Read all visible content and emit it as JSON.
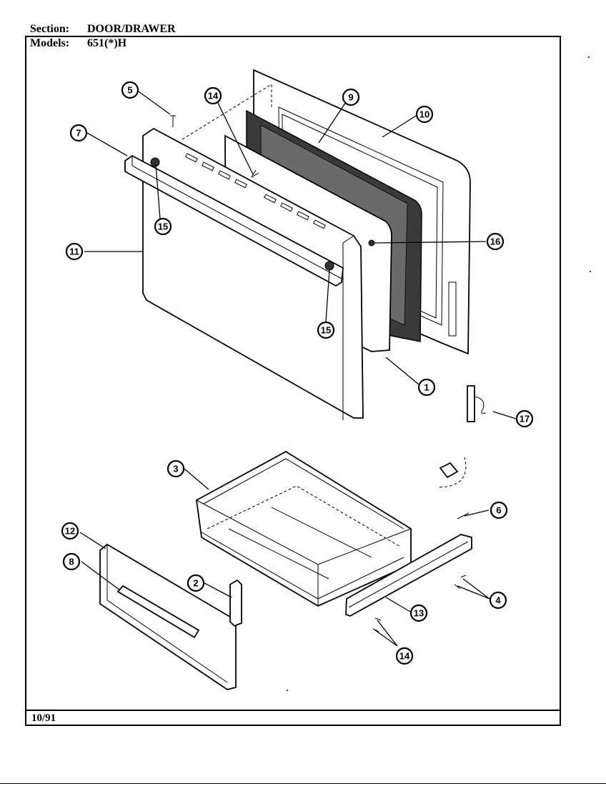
{
  "header": {
    "section_key": "Section:",
    "section_value": "DOOR/DRAWER",
    "models_key": "Models:",
    "models_value": "651(*)H"
  },
  "footer": {
    "date": "10/91"
  },
  "callouts": {
    "c1": "1",
    "c2": "2",
    "c3": "3",
    "c4": "4",
    "c5": "5",
    "c6": "6",
    "c7": "7",
    "c8": "8",
    "c9": "9",
    "c10": "10",
    "c11": "11",
    "c12": "12",
    "c13": "13",
    "c14a": "14",
    "c14b": "14",
    "c15a": "15",
    "c15b": "15",
    "c16": "16",
    "c17": "17"
  }
}
